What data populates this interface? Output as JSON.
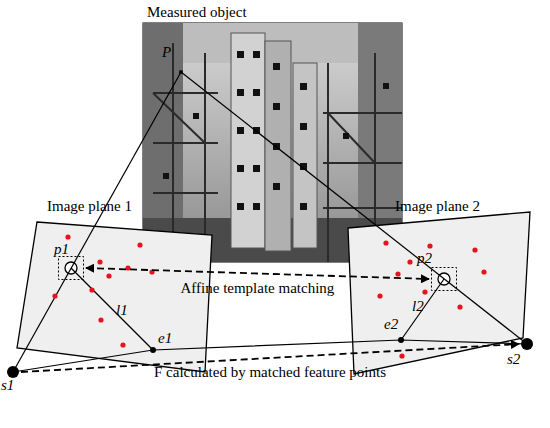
{
  "diagram": {
    "nodes": [
      {
        "text": [
          "Measured object"
        ]
      },
      {
        "text": [
          "Image plane 1"
        ]
      },
      {
        "text": [
          "Image plane 2"
        ]
      },
      {
        "text": [
          "p1"
        ],
        "in": 1
      },
      {
        "text": [
          "p2"
        ],
        "in": 2
      },
      {
        "text": [
          "s1"
        ]
      },
      {
        "text": [
          "s2"
        ]
      }
    ],
    "edges": [
      {
        "from": 3,
        "to": 4,
        "arrow": "both",
        "label": "Affine template matching"
      },
      {
        "from": 5,
        "to": 6,
        "arrow": "to",
        "label": "F calculated by matched feature points"
      }
    ],
    "labels": [
      "P",
      "l1",
      "l2",
      "e1",
      "e2"
    ]
  }
}
